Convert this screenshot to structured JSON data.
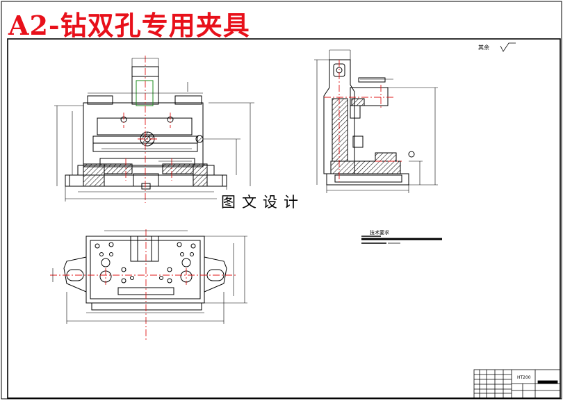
{
  "drawing": {
    "title": "A2-钻双孔专用夹具",
    "watermark": "图文设计",
    "roughness_note": "其余",
    "technical_requirements_title": "技术要求",
    "title_block_name": "HT200"
  },
  "colors": {
    "title_red": "#e8101a",
    "centerline_red": "#e01818",
    "section_green": "#1a8a1a",
    "hatch_brown": "#7a5a20",
    "dimension_blue": "#6a8ab0",
    "line_black": "#000000",
    "background": "#ffffff"
  }
}
